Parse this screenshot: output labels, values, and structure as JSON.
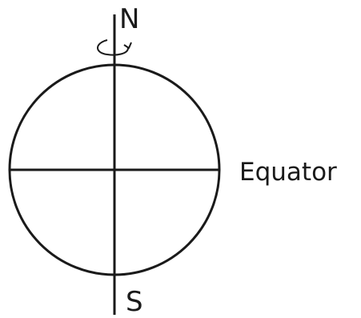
{
  "labels": {
    "north": "N",
    "south": "S",
    "equator": "Equator"
  },
  "colors": {
    "ink": "#1a1a1a",
    "background": "#ffffff"
  },
  "icons": {
    "rotation": "rotation-arrow-icon"
  }
}
